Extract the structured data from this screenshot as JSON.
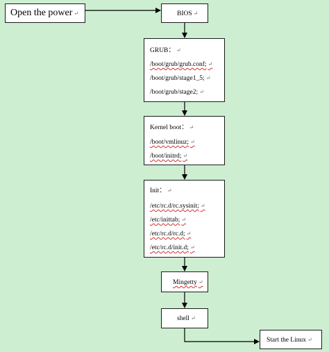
{
  "diagram": {
    "nodes": {
      "power": {
        "label": "Open the power"
      },
      "bios": {
        "label": "BIOS"
      },
      "grub": {
        "lines": [
          "GRUB：",
          "/boot/grub/grub.conf;",
          "/boot/grub/stage1_5;",
          "/boot/grub/stage2;"
        ]
      },
      "kernel": {
        "lines": [
          "Kernel boot：",
          "/boot/vmlinuz;",
          "/boot/initrd;"
        ]
      },
      "init": {
        "lines": [
          "Init：",
          "/etc/rc.d/rc.sysinit;",
          "/etc/inittab;",
          "/etc/rc.d/rc.d;",
          "/etc/rc.d/init.d;"
        ]
      },
      "mingetty": {
        "label": "Mingetty"
      },
      "shell": {
        "label": "shell"
      },
      "linux": {
        "label": "Start the Linux"
      }
    },
    "paragraph_mark": "↵",
    "edges": [
      {
        "from": "power",
        "to": "bios"
      },
      {
        "from": "bios",
        "to": "grub"
      },
      {
        "from": "grub",
        "to": "kernel"
      },
      {
        "from": "kernel",
        "to": "init"
      },
      {
        "from": "init",
        "to": "mingetty"
      },
      {
        "from": "mingetty",
        "to": "shell"
      },
      {
        "from": "shell",
        "to": "linux"
      }
    ],
    "colors": {
      "background": "#cdeed1",
      "box_fill": "#ffffff",
      "stroke": "#000000"
    }
  }
}
